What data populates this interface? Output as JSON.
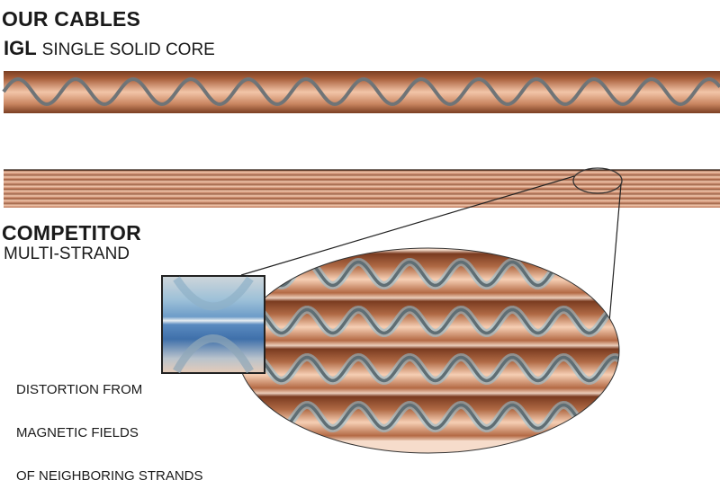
{
  "header": {
    "title": "OUR CABLES",
    "brand": "IGL",
    "brand_subtitle": "SINGLE SOLID CORE"
  },
  "competitor": {
    "title": "COMPETITOR",
    "subtitle": "MULTI-STRAND"
  },
  "callout": {
    "caption_lines": [
      "DISTORTION FROM",
      "MAGNETIC FIELDS",
      "OF NEIGHBORING STRANDS"
    ]
  },
  "colors": {
    "copper_dark": "#8a4a2c",
    "copper_mid": "#c5805c",
    "copper_light": "#f2c8ae",
    "signal_wave": "#6f7477",
    "distortion_blue": "#4a7fb8",
    "outline": "#222222"
  },
  "illustration": {
    "solid_core_wave_cycles": 14,
    "multi_strand_count": 8,
    "zoomed_strand_count": 4
  }
}
